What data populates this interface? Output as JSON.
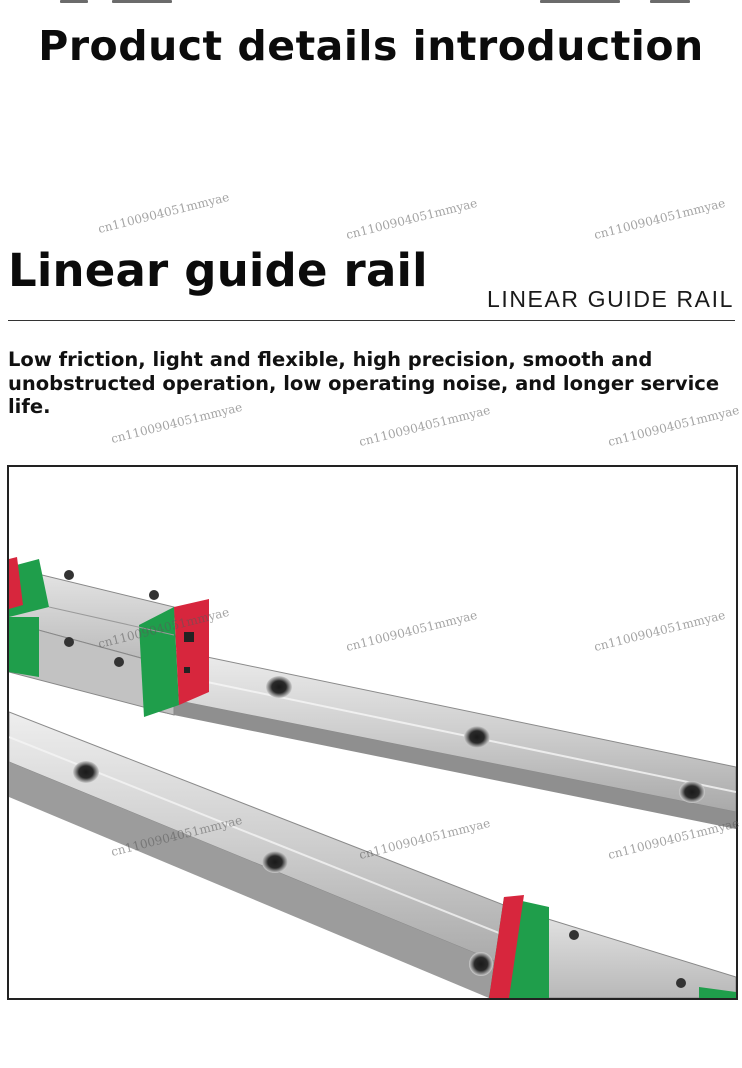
{
  "page": {
    "title": "Product details introduction"
  },
  "section": {
    "heading": "Linear guide rail",
    "subheading": "LINEAR GUIDE RAIL",
    "description": "Low friction, light and flexible, high precision, smooth and unobstructed operation, low operating noise, and longer service life."
  },
  "watermarks": [
    "cn1100904051mmyae",
    "cn1100904051mmyae",
    "cn1100904051mmyae",
    "cn1100904051mmyae",
    "cn1100904051mmyae",
    "cn1100904051mmyae",
    "cn1100904051mmyae",
    "cn1100904051mmyae",
    "cn1100904051mmyae",
    "cn1100904051mmyae",
    "cn1100904051mmyae",
    "cn1100904051mmyae"
  ],
  "product_image": {
    "alt": "",
    "colors": {
      "rail": "#c9c9c9",
      "block": "#d4d4d4",
      "seal_green": "#1f9e4b",
      "seal_red": "#d7263d"
    }
  }
}
